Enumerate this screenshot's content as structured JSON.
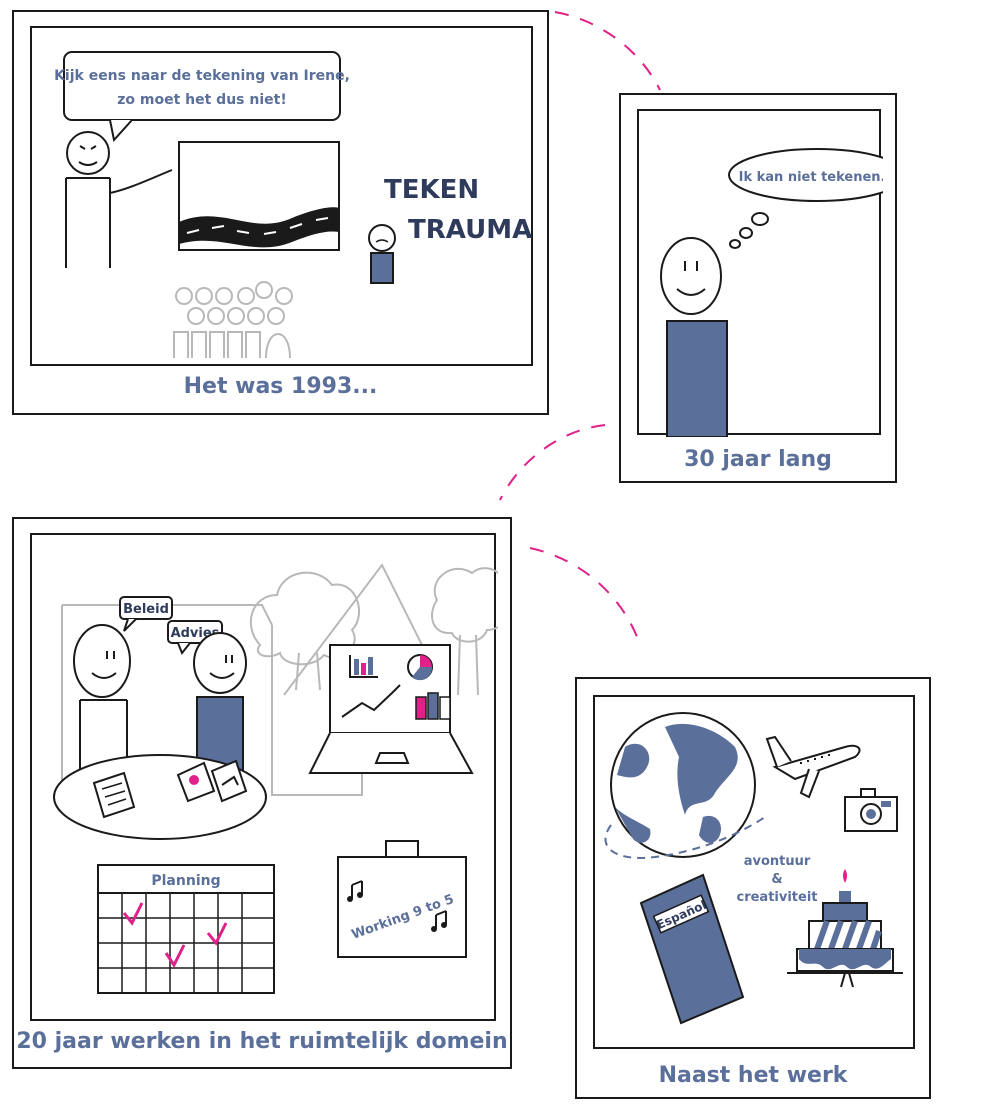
{
  "panel1": {
    "speech": [
      "Kijk eens naar de tekening van Irene,",
      "zo moet het dus niet!"
    ],
    "trauma_word1": "TEKEN",
    "trauma_word2": "TRAUMA",
    "caption": "Het was 1993..."
  },
  "panel2": {
    "thought": "Ik kan niet tekenen...",
    "caption": "30 jaar lang"
  },
  "panel3": {
    "bubble1": "Beleid",
    "bubble2": "Advies",
    "calendar_title": "Planning",
    "briefcase_text": "Working 9 to 5",
    "caption": "20 jaar werken in het ruimtelijk domein"
  },
  "panel4": {
    "book_label": "Español",
    "words": [
      "avontuur",
      "&",
      "creativiteit"
    ],
    "caption": "Naast het werk"
  },
  "colors": {
    "accent_blue": "#5b6f9b",
    "accent_pink": "#e0218a",
    "line": "#1a1a1a"
  }
}
